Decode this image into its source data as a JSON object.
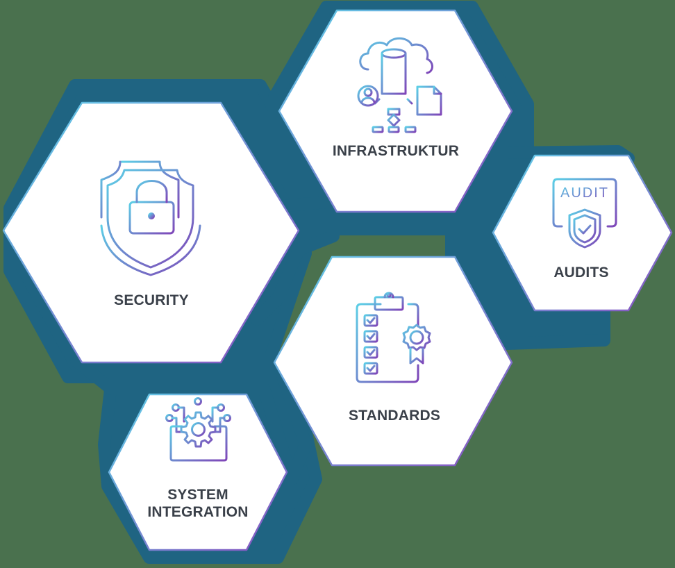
{
  "diagram": {
    "colors": {
      "background": "#4a714e",
      "shadow_hex": "#1f6482",
      "tile_fill": "#ffffff",
      "border_gradient_start": "#5fd0e8",
      "border_gradient_end": "#8a4fc0",
      "icon_gradient_start": "#5ccfe6",
      "icon_gradient_end": "#7f45b8",
      "label_text": "#3a4049"
    },
    "tiles": [
      {
        "id": "security",
        "label": "SECURITY",
        "icon": "shield-lock-icon"
      },
      {
        "id": "infrastruktur",
        "label": "INFRASTRUKTUR",
        "icon": "cloud-database-network-icon"
      },
      {
        "id": "audits",
        "label": "AUDITS",
        "icon": "audit-shield-check-icon",
        "icon_text": "AUDIT"
      },
      {
        "id": "standards",
        "label": "STANDARDS",
        "icon": "clipboard-checklist-badge-icon"
      },
      {
        "id": "system_integration",
        "label_line1": "SYSTEM",
        "label_line2": "INTEGRATION",
        "icon": "monitor-gear-circuit-icon"
      }
    ]
  }
}
